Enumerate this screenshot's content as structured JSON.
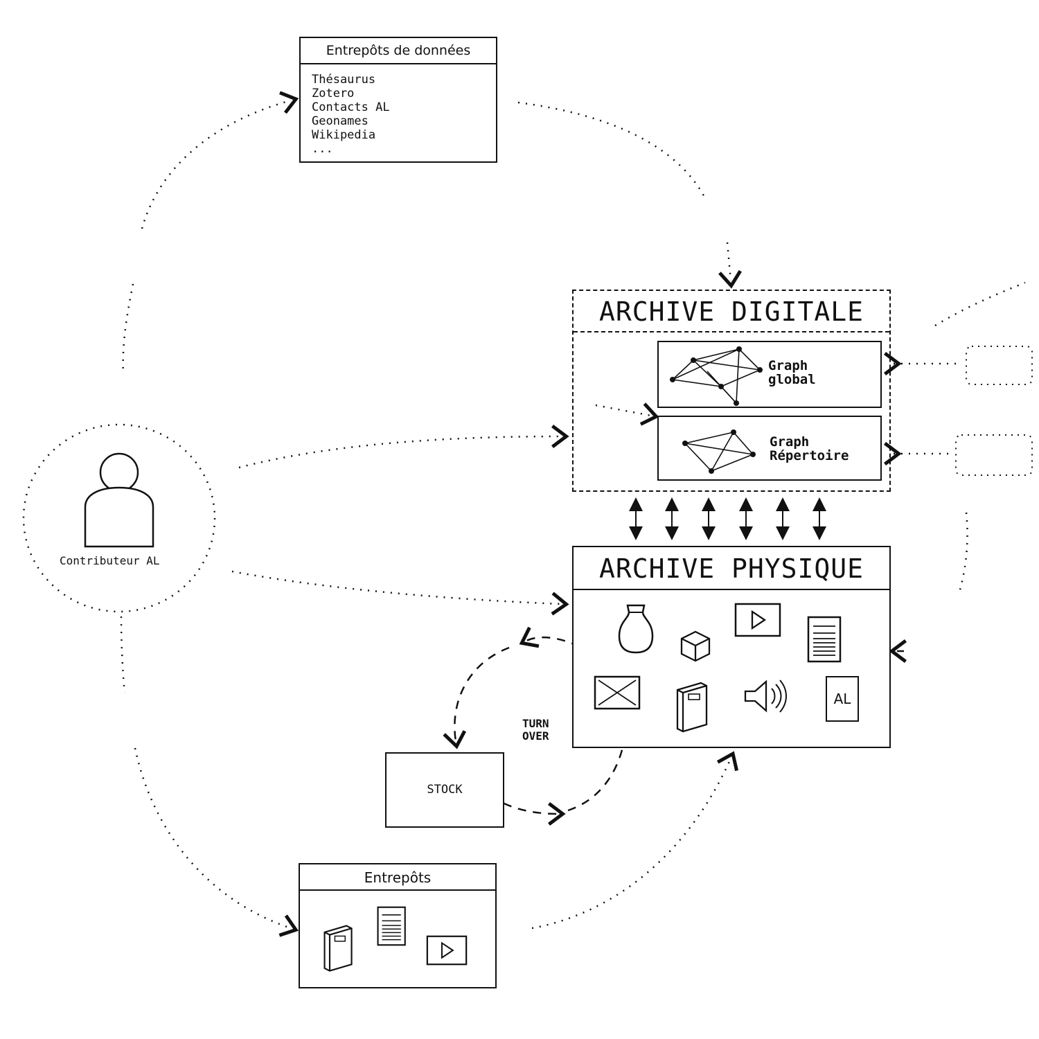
{
  "contributor": {
    "label": "Contributeur AL",
    "icon": "person-icon"
  },
  "data_warehouses": {
    "title": "Entrepôts de données",
    "items": [
      "Thésaurus",
      "Zotero",
      "Contacts AL",
      "Geonames",
      "Wikipedia",
      "..."
    ]
  },
  "archive_digitale": {
    "title": "ARCHIVE DIGITALE",
    "graph_global": {
      "line1": "Graph",
      "line2": "global"
    },
    "graph_repertoire": {
      "line1": "Graph",
      "line2": "Répertoire"
    }
  },
  "archive_physique": {
    "title": "ARCHIVE PHYSIQUE",
    "al_badge": "AL",
    "icons": [
      "vase-icon",
      "cube-icon",
      "video-icon",
      "document-icon",
      "image-icon",
      "book-icon",
      "speaker-icon",
      "al-card-icon"
    ]
  },
  "turnover": {
    "line1": "TURN",
    "line2": "OVER"
  },
  "stock": {
    "label": "STOCK"
  },
  "entrepots": {
    "title": "Entrepôts",
    "icons": [
      "book-icon",
      "document-icon",
      "video-icon"
    ]
  },
  "colors": {
    "ink": "#111111",
    "background": "#ffffff"
  }
}
